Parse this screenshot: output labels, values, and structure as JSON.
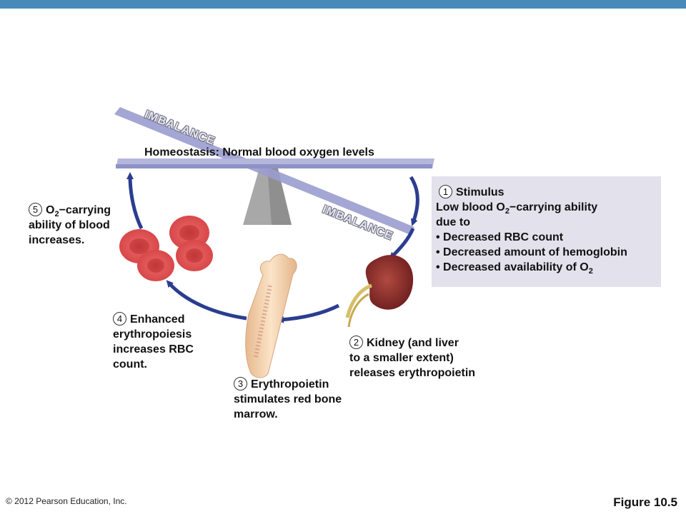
{
  "colors": {
    "topbar": "#4a8ab8",
    "arrow": "#2b3d8f",
    "beam": "#9a9ccf",
    "fulcrum": "#a9a9a9",
    "rbc": "#d8474a",
    "kidney": "#8e2a2a",
    "bone": "#f4d4b0",
    "stimulus_box": "#e3e1ec"
  },
  "balance": {
    "title": "Homeostasis: Normal blood oxygen levels",
    "imbalance_top": "IMBALANCE",
    "imbalance_bottom": "IMBALANCE"
  },
  "steps": {
    "s1": {
      "number": "1",
      "heading": "Stimulus",
      "line1_pre": "Low blood O",
      "line1_sub": "2",
      "line1_post": "−carrying ability",
      "line2": "due to",
      "bullet1": "• Decreased RBC count",
      "bullet2": "• Decreased amount of hemoglobin",
      "bullet3_pre": "• Decreased availability of O",
      "bullet3_sub": "2"
    },
    "s2": {
      "number": "2",
      "line1": "Kidney (and liver",
      "line2": "to a smaller extent)",
      "line3": "releases erythropoietin"
    },
    "s3": {
      "number": "3",
      "line1": "Erythropoietin",
      "line2": "stimulates red bone",
      "line3": "marrow."
    },
    "s4": {
      "number": "4",
      "line1": "Enhanced",
      "line2": "erythropoiesis",
      "line3": "increases RBC",
      "line4": "count."
    },
    "s5": {
      "number": "5",
      "line1_pre": "O",
      "line1_sub": "2",
      "line1_post": "−carrying",
      "line2": "ability of blood",
      "line3": "increases."
    }
  },
  "icons": [
    "red-blood-cells-icon",
    "kidney-icon",
    "bone-icon",
    "seesaw-icon",
    "arrow-icon"
  ],
  "footer": {
    "copyright": "© 2012 Pearson Education, Inc.",
    "figure": "Figure 10.5"
  }
}
